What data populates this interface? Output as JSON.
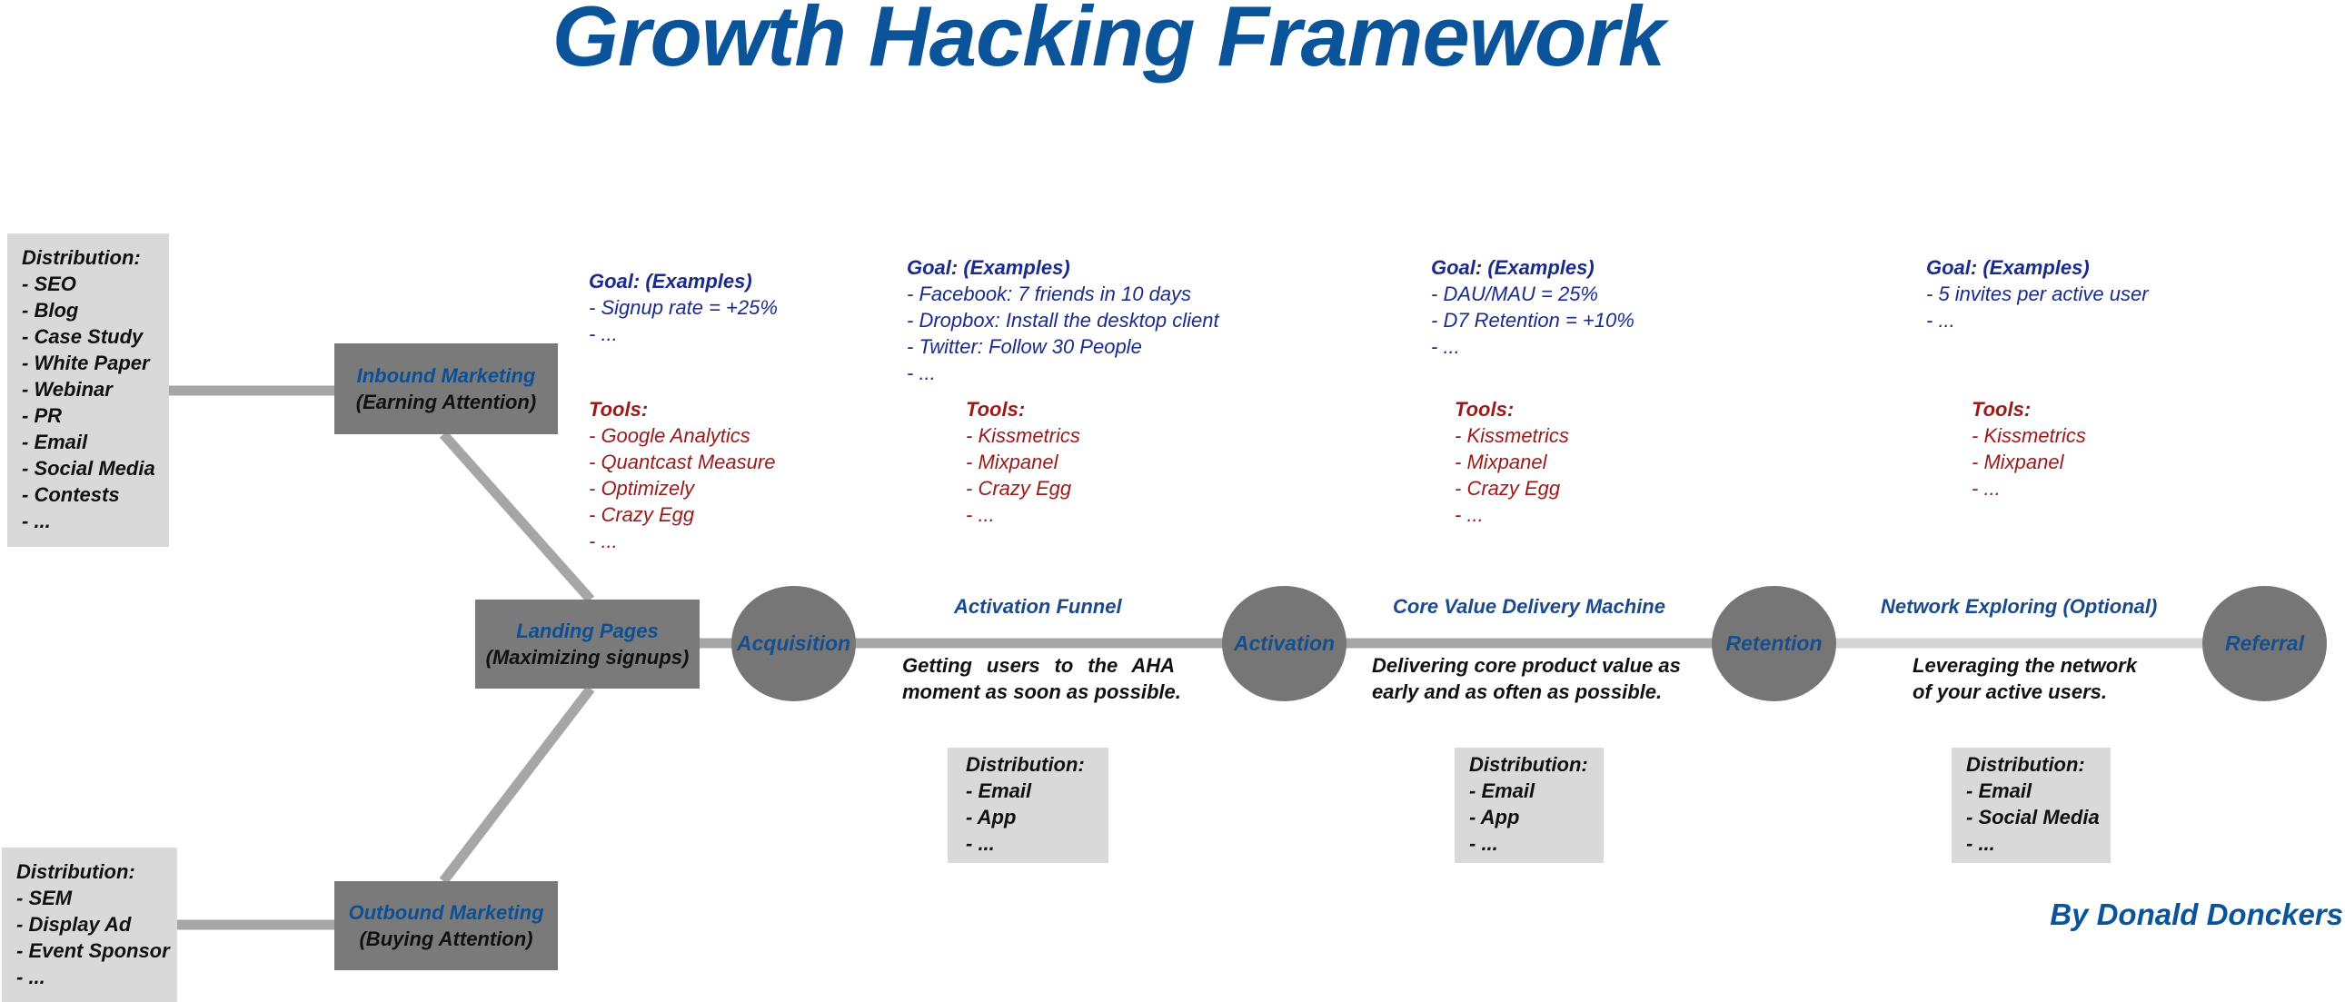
{
  "title": "Growth Hacking Framework",
  "byline": "By Donald Donckers",
  "inbound_distribution": {
    "heading": "Distribution:",
    "items": [
      "- SEO",
      "- Blog",
      "- Case Study",
      "- White Paper",
      "- Webinar",
      "- PR",
      "- Email",
      "- Social Media",
      "- Contests",
      "- ..."
    ]
  },
  "outbound_distribution": {
    "heading": "Distribution:",
    "items": [
      "- SEM",
      "- Display Ad",
      "- Event Sponsor",
      "- ..."
    ]
  },
  "inbound": {
    "title": "Inbound Marketing",
    "subtitle": "(Earning Attention)"
  },
  "outbound": {
    "title": "Outbound Marketing",
    "subtitle": "(Buying Attention)"
  },
  "landing": {
    "title": "Landing Pages",
    "subtitle": "(Maximizing signups)"
  },
  "stages": [
    "Acquisition",
    "Activation",
    "Retention",
    "Referral"
  ],
  "acquisition": {
    "goal_heading": "Goal:  (Examples)",
    "goals": [
      "- Signup rate = +25%",
      "-  ..."
    ],
    "tools_heading": "Tools:",
    "tools": [
      "- Google Analytics",
      "- Quantcast Measure",
      "- Optimizely",
      "- Crazy Egg",
      "- ..."
    ]
  },
  "activation": {
    "goal_heading": "Goal:  (Examples)",
    "goals": [
      "- Facebook: 7 friends in 10 days",
      "- Dropbox: Install the desktop client",
      "- Twitter: Follow 30 People",
      "-  ..."
    ],
    "tools_heading": "Tools:",
    "tools": [
      "- Kissmetrics",
      "- Mixpanel",
      "- Crazy Egg",
      "- ..."
    ],
    "section_title": "Activation Funnel",
    "description": [
      "Getting users to the AHA",
      "moment as soon as possible."
    ],
    "distribution": {
      "heading": "Distribution:",
      "items": [
        "- Email",
        "- App",
        "- ..."
      ]
    }
  },
  "retention": {
    "goal_heading": "Goal:  (Examples)",
    "goals": [
      "- DAU/MAU = 25%",
      "- D7 Retention = +10%",
      "-  ..."
    ],
    "tools_heading": "Tools:",
    "tools": [
      "- Kissmetrics",
      "- Mixpanel",
      "- Crazy Egg",
      "- ..."
    ],
    "section_title": "Core Value Delivery Machine",
    "description": [
      "Delivering core product value as",
      "early and as often as possible."
    ],
    "distribution": {
      "heading": "Distribution:",
      "items": [
        "- Email",
        "- App",
        "- ..."
      ]
    }
  },
  "referral": {
    "goal_heading": "Goal:  (Examples)",
    "goals": [
      "- 5 invites per active user",
      "-  ..."
    ],
    "tools_heading": "Tools:",
    "tools": [
      "- Kissmetrics",
      "- Mixpanel",
      "- ..."
    ],
    "section_title": "Network Exploring (Optional)",
    "description": [
      "Leveraging the network",
      "of your  active users."
    ],
    "distribution": {
      "heading": "Distribution:",
      "items": [
        "- Email",
        "- Social Media",
        "- ..."
      ]
    }
  },
  "colors": {
    "title": "#0b549a",
    "goal_text": "#1a2b8c",
    "tools_text": "#9a1a1a",
    "connector": "#a6a6a6",
    "connector_light": "#d4d4d4",
    "node_fill": "#767676",
    "box_fill": "#d9d9d9"
  }
}
